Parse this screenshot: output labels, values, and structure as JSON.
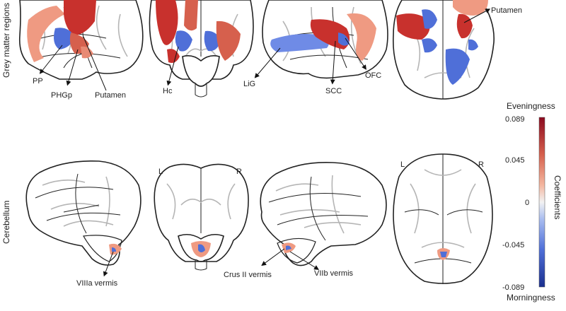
{
  "rows": {
    "grey_matter": "Grey matter regions",
    "cerebellum": "Cerebellum"
  },
  "labels": {
    "pp": "PP",
    "phgp": "PHGp",
    "putamen_sag": "Putamen",
    "hc": "Hc",
    "lig": "LiG",
    "scc": "SCC",
    "ofc": "OFC",
    "putamen_axial": "Putamen",
    "cor_L": "L",
    "cor_R": "R",
    "ax_L": "L",
    "ax_R": "R",
    "viiia": "VIIIa vermis",
    "crus2": "Crus II vermis",
    "viib": "VIIb vermis"
  },
  "colorbar": {
    "top_label": "Eveningness",
    "bottom_label": "Morningness",
    "axis_label": "Coefficients",
    "ticks": [
      "0.089",
      "0.045",
      "0",
      "-0.045",
      "-0.089"
    ],
    "colors": {
      "max": "#8b0a1f",
      "high": "#d6604d",
      "mid": "#f2f2f2",
      "low": "#4f6fd8",
      "min": "#1b2f8f"
    }
  }
}
